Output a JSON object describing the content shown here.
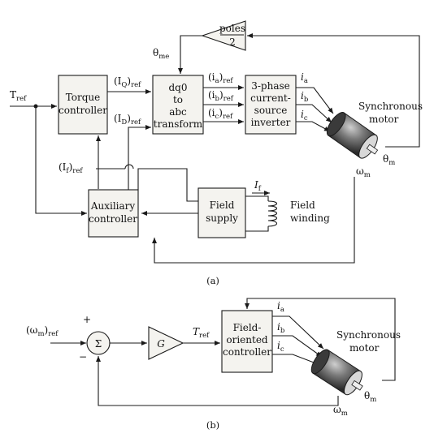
{
  "part_a": {
    "caption": "(a)",
    "blocks": {
      "torque": [
        "Torque",
        "controller"
      ],
      "dq0": [
        "dq0",
        "to",
        "abc",
        "transform"
      ],
      "inverter": [
        "3-phase",
        "current-",
        "source",
        "inverter"
      ],
      "auxiliary": [
        "Auxiliary",
        "controller"
      ],
      "field_supply": [
        "Field",
        "supply"
      ],
      "poles_num": "poles",
      "poles_den": "2"
    },
    "labels": {
      "t_ref": "T",
      "t_ref_sub": "ref",
      "theta_me": "θ",
      "theta_me_sub": "me",
      "iq_ref": "(I",
      "iq_ref_sub1": "Q",
      "iq_ref_close": ")",
      "iq_ref_sub2": "ref",
      "id_ref": "(I",
      "id_ref_sub1": "D",
      "id_ref_close": ")",
      "id_ref_sub2": "ref",
      "if_ref": "(I",
      "if_ref_sub1": "f",
      "if_ref_close": ")",
      "if_ref_sub2": "ref",
      "ia_ref": "(i",
      "ia_ref_sub1": "a",
      "ia_ref_close": ")",
      "ia_ref_sub2": "ref",
      "ib_ref": "(i",
      "ib_ref_sub1": "b",
      "ib_ref_close": ")",
      "ib_ref_sub2": "ref",
      "ic_ref": "(i",
      "ic_ref_sub1": "c",
      "ic_ref_close": ")",
      "ic_ref_sub2": "ref",
      "ia": "i",
      "ia_sub": "a",
      "ib": "i",
      "ib_sub": "b",
      "ic": "i",
      "ic_sub": "c",
      "motor_line1": "Synchronous",
      "motor_line2": "motor",
      "theta_m": "θ",
      "theta_m_sub": "m",
      "omega_m": "ω",
      "omega_m_sub": "m",
      "i_f": "I",
      "i_f_sub": "f",
      "field_line1": "Field",
      "field_line2": "winding"
    }
  },
  "part_b": {
    "caption": "(b)",
    "blocks": {
      "foc": [
        "Field-",
        "oriented",
        "controller"
      ],
      "sum": "Σ",
      "gain": "G"
    },
    "labels": {
      "omega_ref": "(ω",
      "omega_ref_sub1": "m",
      "omega_ref_close": ")",
      "omega_ref_sub2": "ref",
      "plus": "+",
      "minus": "−",
      "t_ref": "T",
      "t_ref_sub": "ref",
      "ia": "i",
      "ia_sub": "a",
      "ib": "i",
      "ib_sub": "b",
      "ic": "i",
      "ic_sub": "c",
      "motor_line1": "Synchronous",
      "motor_line2": "motor",
      "theta_m": "θ",
      "theta_m_sub": "m",
      "omega_m": "ω",
      "omega_m_sub": "m"
    }
  }
}
